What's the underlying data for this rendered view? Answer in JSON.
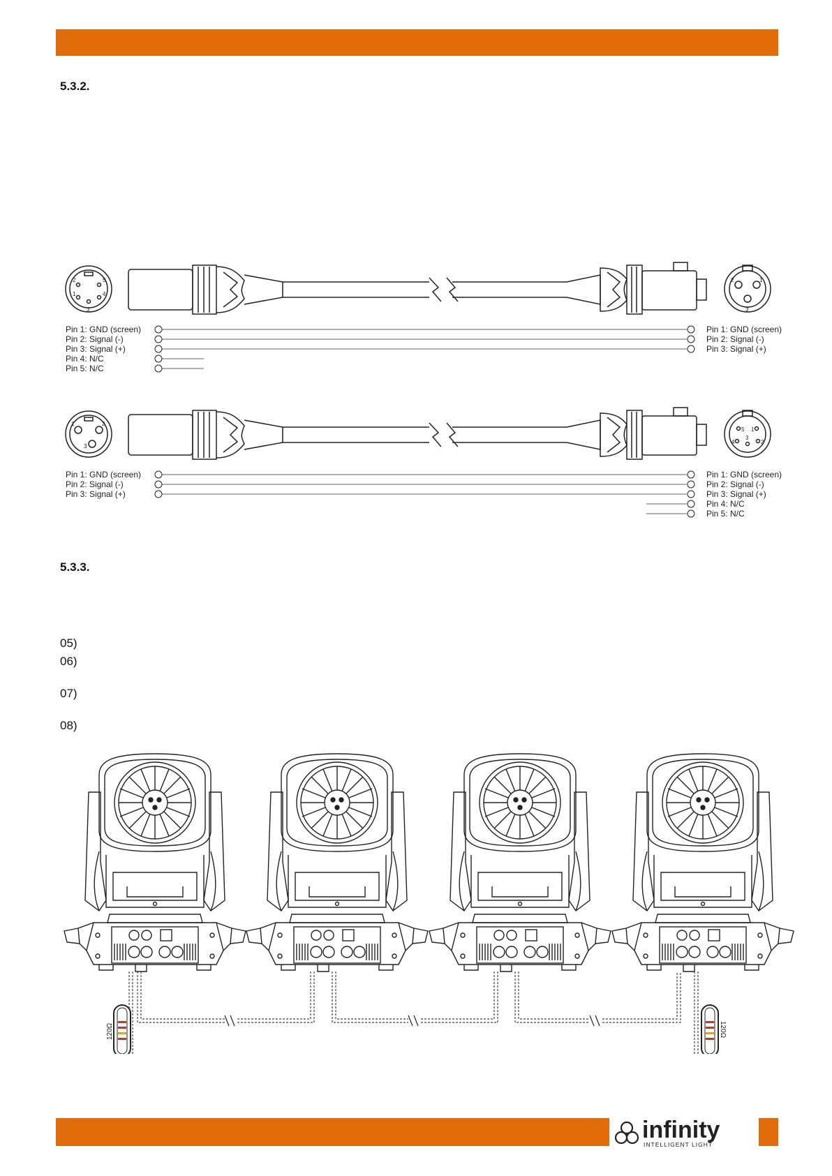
{
  "sections": {
    "s532": {
      "number": "5.3.2."
    },
    "s533": {
      "number": "5.3.3."
    }
  },
  "cable1": {
    "left_pins": [
      "Pin 1: GND (screen)",
      "Pin 2: Signal (-)",
      "Pin 3: Signal (+)",
      "Pin 4: N/C",
      "Pin 5: N/C"
    ],
    "right_pins": [
      "Pin 1: GND (screen)",
      "Pin 2: Signal (-)",
      "Pin 3: Signal (+)"
    ]
  },
  "cable2": {
    "left_pins": [
      "Pin 1: GND (screen)",
      "Pin 2: Signal (-)",
      "Pin 3: Signal (+)"
    ],
    "right_pins": [
      "Pin 1: GND (screen)",
      "Pin 2: Signal (-)",
      "Pin 3: Signal (+)",
      "Pin 4: N/C",
      "Pin 5: N/C"
    ]
  },
  "connector_numbers": {
    "five_pin": [
      "1",
      "2",
      "3",
      "4",
      "5"
    ],
    "three_pin": [
      "1",
      "2",
      "3"
    ]
  },
  "steps": [
    "05)",
    "06)",
    "07)",
    "08)"
  ],
  "terminator_label": "120Ω",
  "brand": {
    "name": "infinity",
    "tagline": "INTELLIGENT LIGHT"
  },
  "colors": {
    "accent": "#e36c0a"
  }
}
